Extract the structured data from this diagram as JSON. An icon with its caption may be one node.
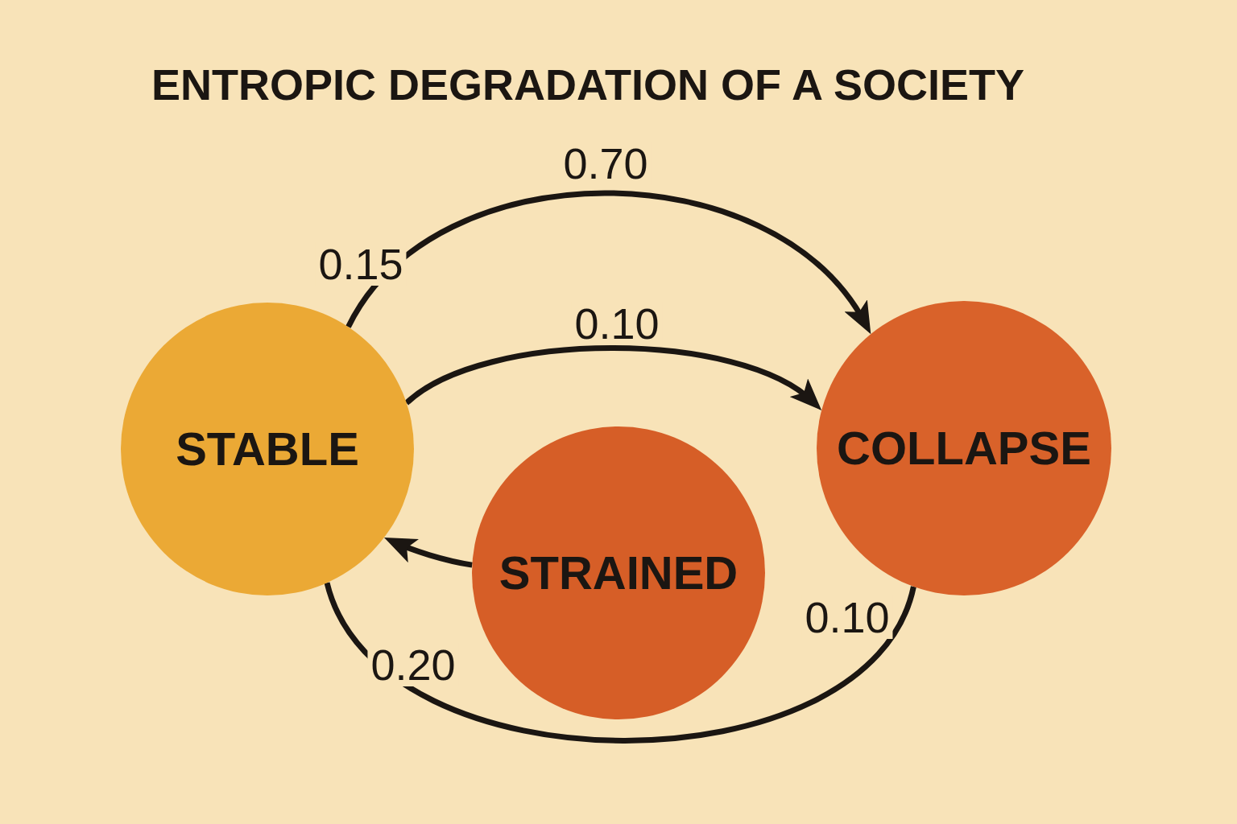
{
  "diagram": {
    "title": "ENTROPIC DEGRADATION OF A SOCIETY",
    "nodes": [
      {
        "text": [
          "STABLE"
        ]
      },
      {
        "text": [
          "STRAINED"
        ]
      },
      {
        "text": [
          "COLLAPSE"
        ]
      }
    ],
    "edges": [
      {
        "from": 0,
        "to": 2,
        "arrow": "to",
        "label": "0.70"
      },
      {
        "from": 0,
        "to": 2,
        "arrow": "to",
        "label": "0.10"
      },
      {
        "from": 1,
        "to": 0,
        "arrow": "to"
      },
      {
        "from": 0,
        "to": 2,
        "arrow": "none",
        "label": "0.20"
      }
    ],
    "labels": [
      "0.15",
      "0.10"
    ]
  }
}
